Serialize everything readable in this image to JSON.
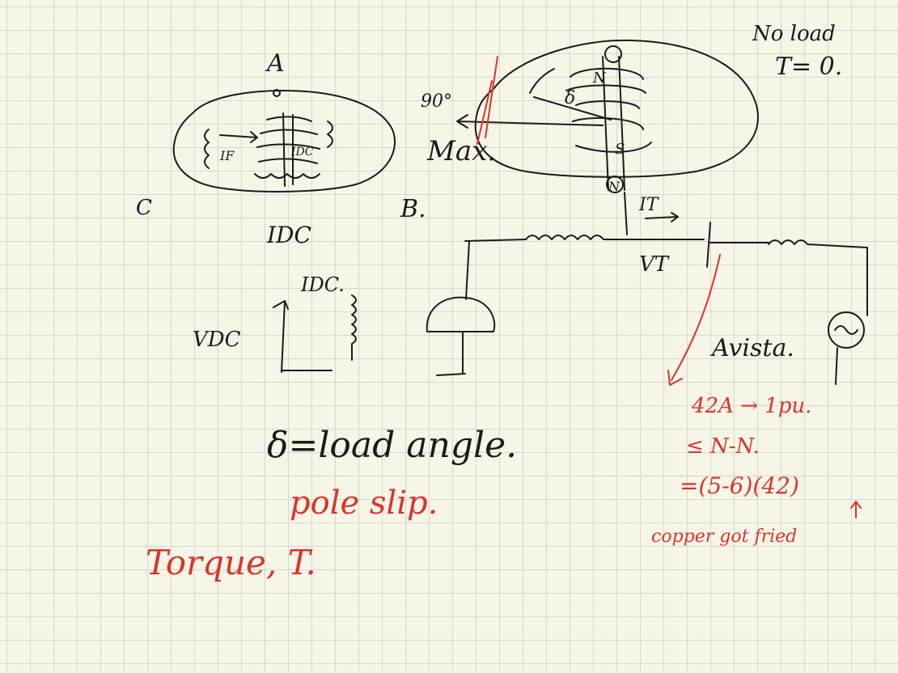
{
  "colors": {
    "paper": "#f7f5e8",
    "grid": "#d3d8cf",
    "ink": "#1b1b1b",
    "red_ink": "#d9352a"
  },
  "notes": {
    "no_load": "No load",
    "torque_zero": "T= 0.",
    "label_A": "A",
    "label_B": "B.",
    "label_C": "C",
    "i_dc": "IDC",
    "i_dc2": "IDC.",
    "v_dc": "VDC",
    "i_f": "IF",
    "i_dc_coil": "IDC",
    "angle_90": "90°",
    "delta": "δ",
    "max": "Max.",
    "rotor_N": "N",
    "rotor_S": "S",
    "terminal_N": "N",
    "i_t": "IT",
    "v_t": "VT",
    "avista": "Avista.",
    "load_angle": "δ=load angle.",
    "pole_slip": "pole slip.",
    "torque": "Torque, T.",
    "current_pu": "42A → 1pu.",
    "n_n": "≤ N-N.",
    "multiple": "=(5-6)(42)",
    "copper": "copper got fried"
  }
}
